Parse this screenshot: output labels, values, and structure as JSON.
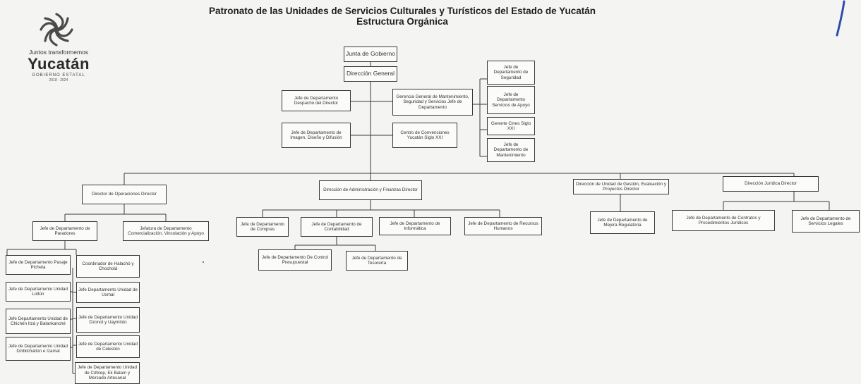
{
  "header": {
    "title_line1": "Patronato de las Unidades de Servicios Culturales y Turísticos del Estado de Yucatán",
    "title_line2": "Estructura Orgánica"
  },
  "logo": {
    "tagline": "Juntos transformemos",
    "name": "Yucatán",
    "subtitle": "GOBIERNO ESTATAL",
    "years": "2018 - 2024"
  },
  "org": {
    "junta": "Junta de Gobierno",
    "direccion_general": "Dirección General",
    "despacho": "Jefe de Departamento Despacho del Director",
    "imagen": "Jefe de Departamento de Imagen, Diseño y Difusión",
    "gerencia": "Gerencia General de Mantenimiento, Seguridad y Servicios Jefe de Departamento",
    "centro": "Centro de Convenciones Yucatán Siglo XXI",
    "seguridad": "Jefe de Departamento de Seguridad",
    "servicios_apoyo": "Jefe de Departamento Servicios de Apoyo",
    "cines": "Gerente Cines Siglo XXI",
    "mantenimiento": "Jefe de Departamento de Mantenimiento",
    "operaciones": "Director de Operaciones Director",
    "administracion": "Dirección de Administración y Finanzas Director",
    "gestion": "Dirección de Unidad de Gestión, Evaluación y Proyectos Director",
    "juridica": "Dirección Jurídica Director",
    "paradores": "Jefe de Departamento de Paradores",
    "jefatura_com": "Jefatura de Departamento Comercialización, Vinculación y Apoyo",
    "compras": "Jefe de Departamento de Compras",
    "contabilidad": "Jefe de Departamento de Contabilidad",
    "informatica": "Jefe de Departamento de Informática",
    "rh": "Jefe de Departamento de Recursos Humanos",
    "presupuestal": "Jefe de Departamento De Control Presupuestal",
    "tesoreria": "Jefe de Departamento de Tesorería",
    "mejora": "Jefe de Departamento de Mejora Regulatoria",
    "contratos": "Jefe de Departamento de Contratos y Procedimientos Jurídicos",
    "legales": "Jefe de Departamento de Servicios Legales",
    "pasaje": "Jefe de Departamento Pasaje Picheta",
    "loltun": "Jefe de Departamento Unidad Loltún",
    "chichen": "Jefe Departamento Unidad de Chichén Itzá y Balankanché",
    "dzibilchaltun": "Jefe de Departamento Unidad Dzibilchaltún e Izamal",
    "halacho": "Coordinador de Halachó y Chocholá",
    "uxmal": "Jefe Departamento Unidad de Uxmal",
    "dzonot": "Jefe de Departamento Unidad Dzonot y Uaymitún",
    "celestun": "Jefe de Departamento Unidad de Celestún",
    "oxtes": "Jefe de Departamento Unidad de Cdtnep, Ek Balam y Mercado Artesanal"
  }
}
